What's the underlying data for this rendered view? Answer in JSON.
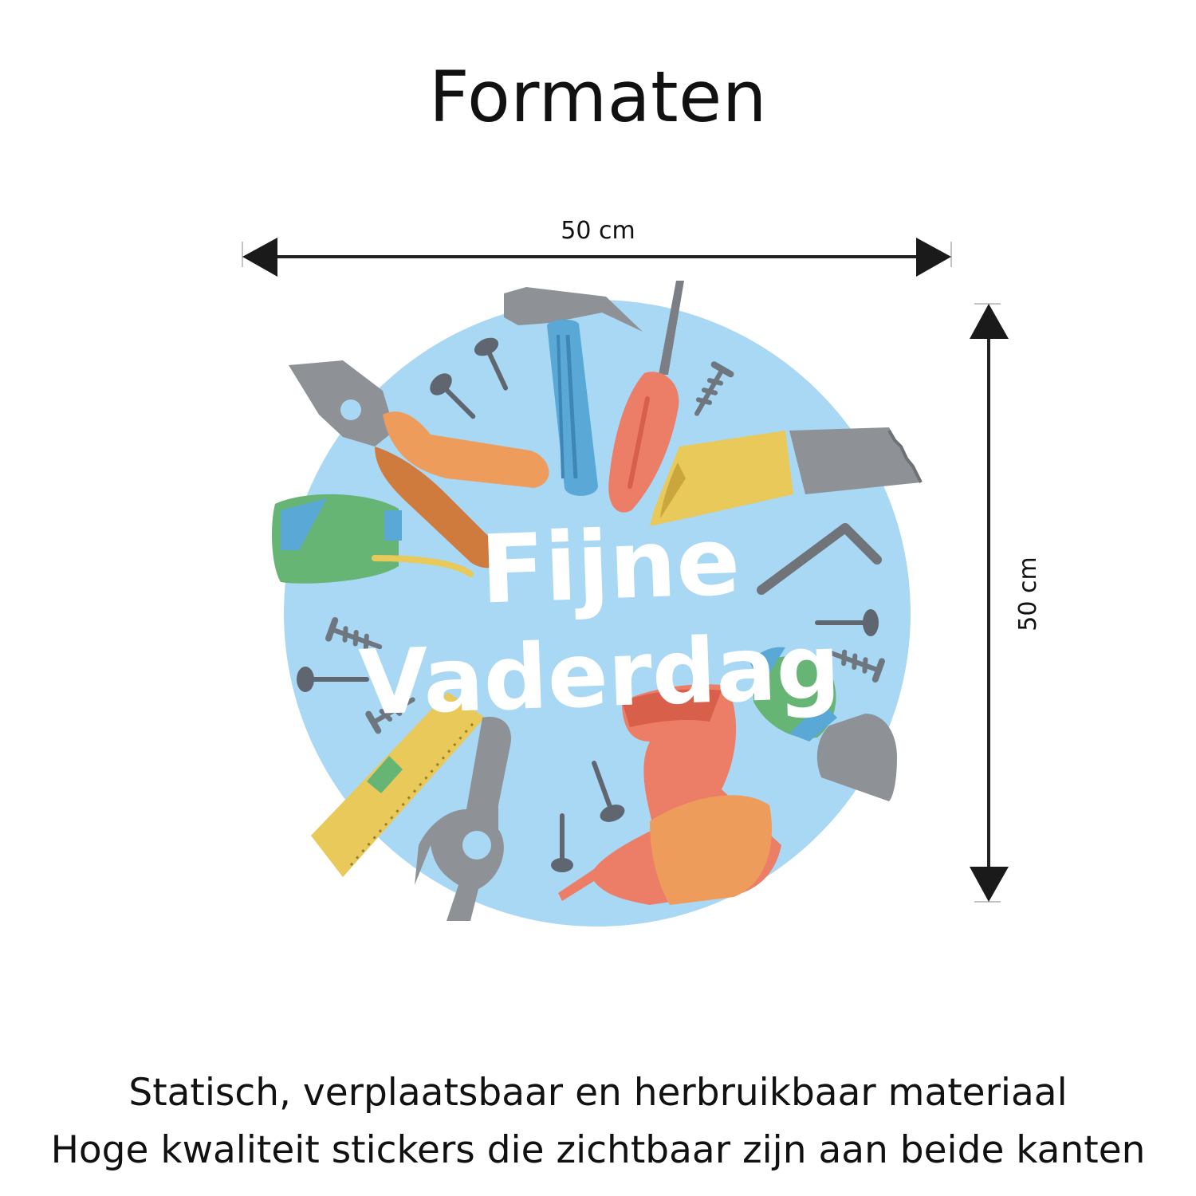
{
  "title": "Formaten",
  "dimensions": {
    "width_label": "50 cm",
    "height_label": "50 cm"
  },
  "sticker": {
    "text_line1": "Fijne",
    "text_line2": "Vaderdag",
    "background_color": "#a9d8f5",
    "text_color": "#ffffff"
  },
  "captions": {
    "line1": "Statisch, verplaatsbaar en herbruikbaar materiaal",
    "line2": "Hoge kwaliteit stickers die zichtbaar zijn aan beide kanten"
  },
  "icons": [
    "hammer-icon",
    "screwdriver-icon",
    "pliers-icon",
    "saw-icon",
    "tape-measure-icon",
    "hex-key-icon",
    "drill-icon",
    "trowel-icon",
    "wrench-icon",
    "spirit-level-icon",
    "nail-icon",
    "screw-icon"
  ]
}
